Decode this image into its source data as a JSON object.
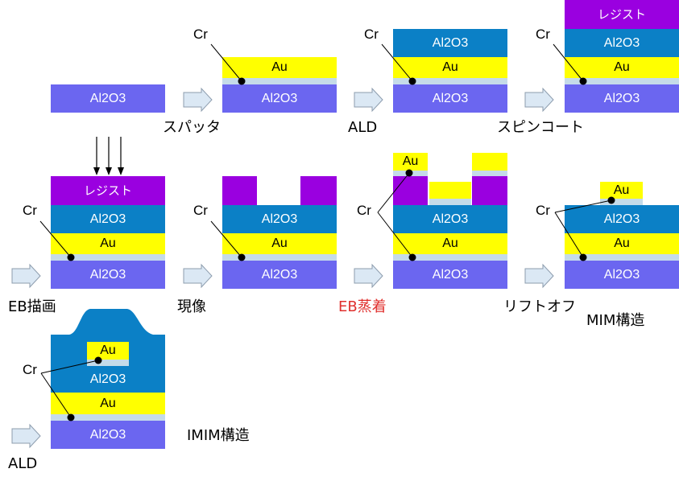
{
  "labels": {
    "al2o3": "Al2O3",
    "au": "Au",
    "cr": "Cr",
    "resist": "レジスト"
  },
  "step_labels": {
    "sputter": "スパッタ",
    "ald": "ALD",
    "spin_coat": "スピンコート",
    "eb_lithography": "EB描画",
    "develop": "現像",
    "eb_evaporation": "EB蒸着",
    "liftoff": "リフトオフ",
    "mim_structure": "MIM構造",
    "ald_final": "ALD",
    "imim_structure": "IMIM構造"
  },
  "colors": {
    "substrate_al2o3": "#6b66f0",
    "ald_al2o3": "#0b80c6",
    "au": "#ffff00",
    "cr": "#c5dbe9",
    "resist": "#9a00e0",
    "arrow_fill": "#dbe8f4",
    "arrow_stroke": "#8c9cad",
    "highlight_text": "#e0302e"
  }
}
